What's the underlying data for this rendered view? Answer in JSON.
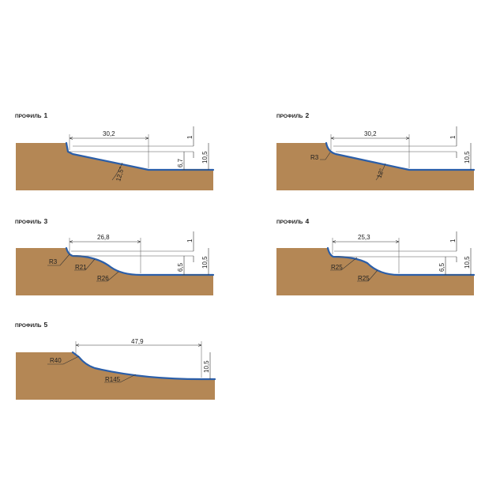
{
  "colors": {
    "wood": "#b48755",
    "edge": "#2b5ea8",
    "lines": "#333333"
  },
  "profiles": [
    {
      "title_prefix": "ПРОФИЛЬ",
      "number": "1",
      "dims": {
        "width": "30,2",
        "top": "1",
        "total_depth": "10,5",
        "inner_depth": "6,7",
        "angle": "12,5°"
      }
    },
    {
      "title_prefix": "ПРОФИЛЬ",
      "number": "2",
      "dims": {
        "width": "30,2",
        "top": "1",
        "total_depth": "10,5",
        "radius": "R3",
        "angle": "12°"
      }
    },
    {
      "title_prefix": "ПРОФИЛЬ",
      "number": "3",
      "dims": {
        "width": "26,8",
        "top": "1",
        "total_depth": "10,5",
        "inner_depth": "6,5",
        "r1": "R3",
        "r2": "R21",
        "r3": "R26"
      }
    },
    {
      "title_prefix": "ПРОФИЛЬ",
      "number": "4",
      "dims": {
        "width": "25,3",
        "top": "1",
        "total_depth": "10,5",
        "inner_depth": "6,5",
        "r1": "R25",
        "r2": "R25"
      }
    },
    {
      "title_prefix": "ПРОФИЛЬ",
      "number": "5",
      "dims": {
        "width": "47,9",
        "total_depth": "10,5",
        "r1": "R40",
        "r2": "R145"
      }
    }
  ]
}
